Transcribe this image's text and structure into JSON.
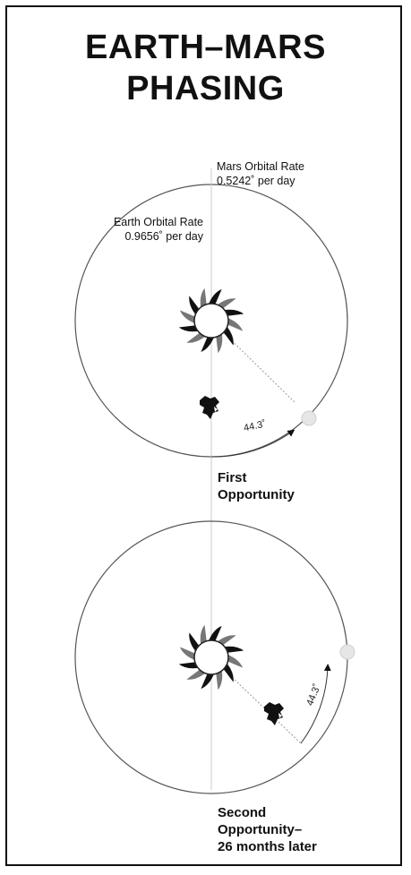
{
  "title": {
    "line1": "EARTH–MARS",
    "line2": "PHASING"
  },
  "mars_rate": {
    "label": "Mars Orbital Rate",
    "value": "0.5242˚ per day"
  },
  "earth_rate": {
    "label": "Earth Orbital Rate",
    "value": "0.9656˚ per day"
  },
  "panel1": {
    "angle_label": "44.3˚",
    "caption_line1": "First",
    "caption_line2": "Opportunity"
  },
  "panel2": {
    "angle_label": "44.3˚",
    "caption_line1": "Second",
    "caption_line2": "Opportunity–",
    "caption_line3": "26 months later"
  }
}
